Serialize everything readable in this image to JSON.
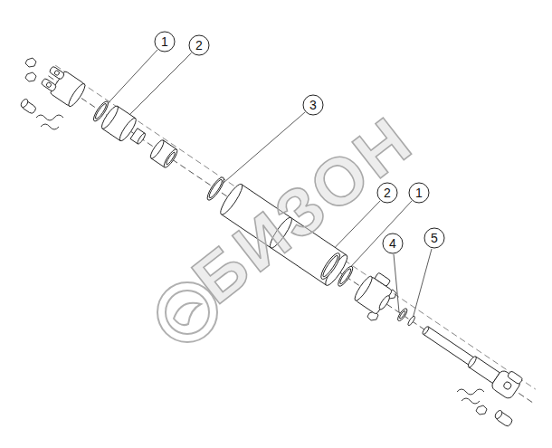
{
  "diagram": {
    "nodes": [
      {
        "text": [
          "1"
        ]
      },
      {
        "text": [
          "2"
        ]
      },
      {
        "text": [
          "3"
        ]
      },
      {
        "text": [
          "2"
        ]
      },
      {
        "text": [
          "1"
        ]
      },
      {
        "text": [
          "4"
        ]
      },
      {
        "text": [
          "5"
        ]
      }
    ],
    "labels": [
      "БИЗОН"
    ]
  }
}
